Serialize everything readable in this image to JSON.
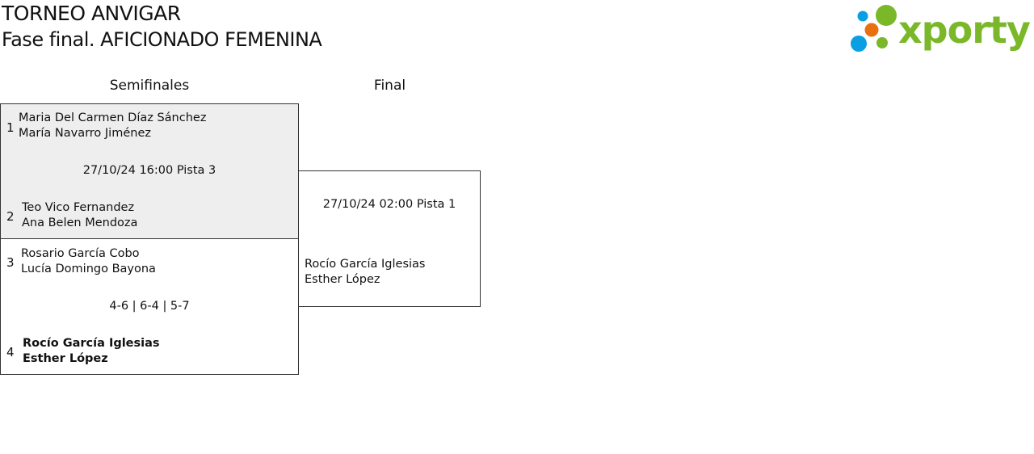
{
  "header": {
    "title": "TORNEO ANVIGAR",
    "subtitle": "Fase final. AFICIONADO FEMENINA"
  },
  "logo": {
    "text": "xporty",
    "colors": {
      "green": "#7ab829",
      "blue": "#0a9ee3",
      "orange": "#e8700f"
    }
  },
  "rounds": [
    {
      "label": "Semifinales"
    },
    {
      "label": "Final"
    }
  ],
  "semifinals": [
    {
      "info": "27/10/24 16:00 Pista 3",
      "teams": [
        {
          "seed": "1",
          "p1": "Maria Del Carmen Díaz Sánchez",
          "p2": "María Navarro Jiménez"
        },
        {
          "seed": "2",
          "p1": "Teo Vico Fernandez",
          "p2": "Ana Belen Mendoza"
        }
      ]
    },
    {
      "info": "4-6 | 6-4 | 5-7",
      "teams": [
        {
          "seed": "3",
          "p1": "Rosario García Cobo",
          "p2": "Lucía Domingo Bayona"
        },
        {
          "seed": "4",
          "p1": "Rocío García Iglesias",
          "p2": "Esther López",
          "winner": true
        }
      ]
    }
  ],
  "final": {
    "info": "27/10/24 02:00 Pista 1",
    "team": {
      "p1": "Rocío García Iglesias",
      "p2": "Esther López"
    }
  }
}
